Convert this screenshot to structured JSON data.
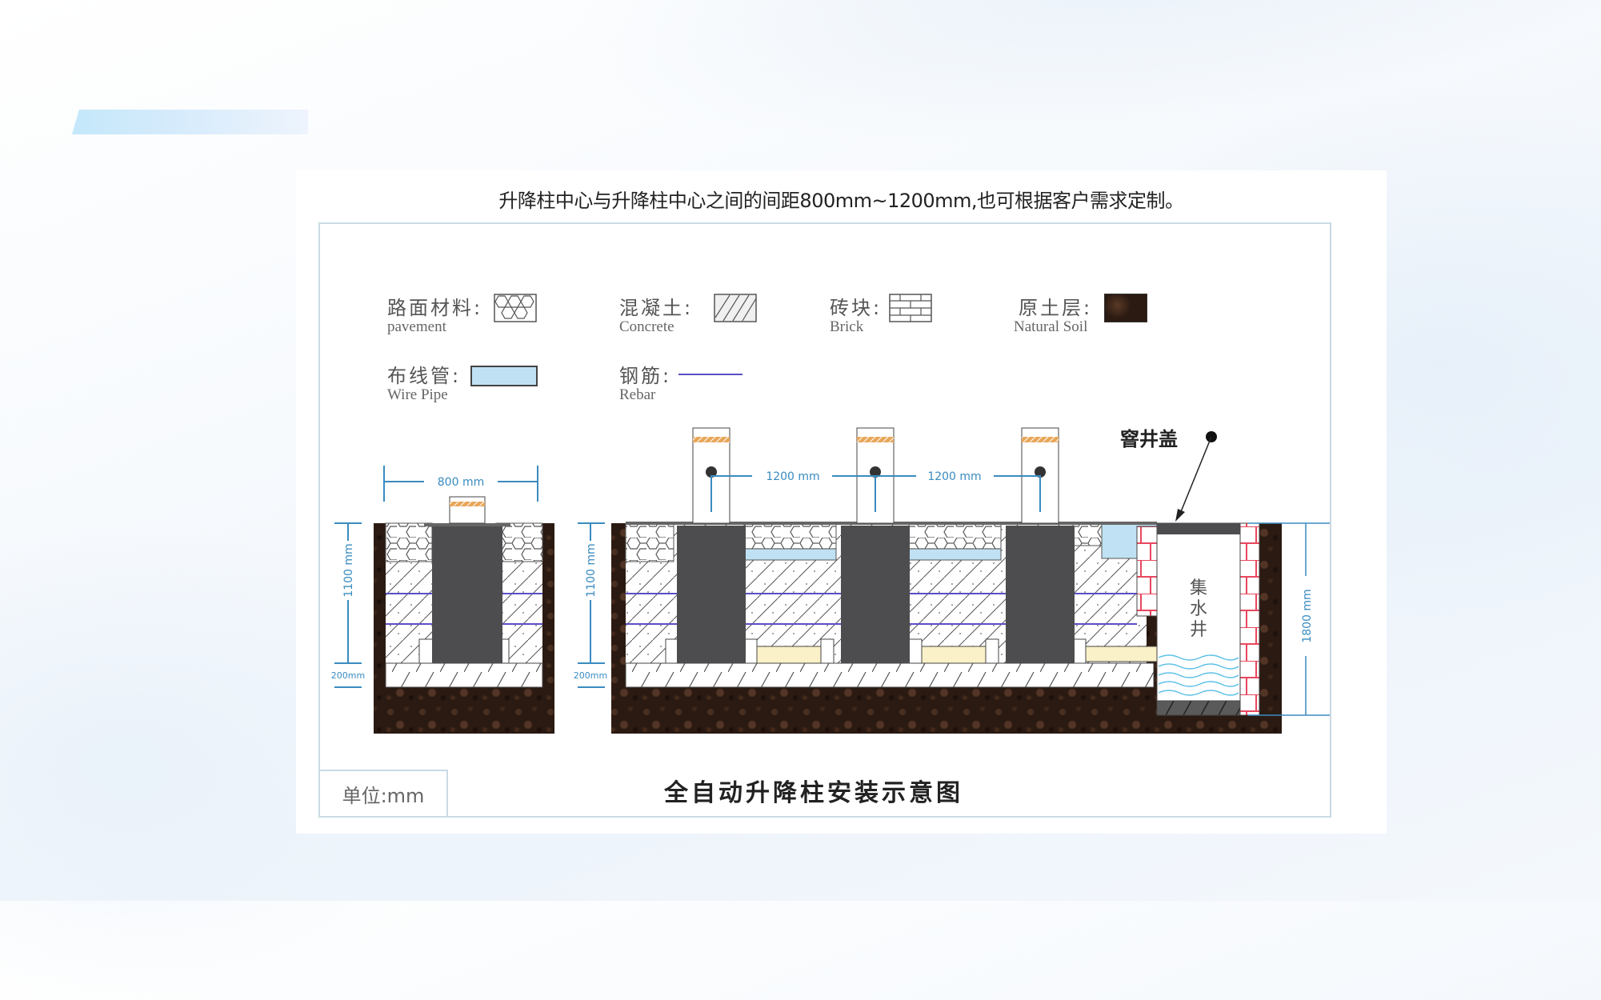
{
  "page": {
    "subtitle": "升降柱中心与升降柱中心之间的间距800mm~1200mm,也可根据客户需求定制。"
  },
  "legend": [
    {
      "cn": "路面材料:",
      "en": "pavement",
      "swatch": "hexagon-pattern"
    },
    {
      "cn": "混凝土:",
      "en": "Concrete",
      "swatch": "diagonal-hatch"
    },
    {
      "cn": "砖块:",
      "en": "Brick",
      "swatch": "brick-pattern"
    },
    {
      "cn": "原土层:",
      "en": "Natural Soil",
      "swatch": "dark-soil"
    },
    {
      "cn": "布线管:",
      "en": "Wire Pipe",
      "swatch": "light-blue-box"
    },
    {
      "cn": "钢筋:",
      "en": "Rebar",
      "swatch": "purple-line"
    }
  ],
  "dimensions": {
    "width_single": "800 mm",
    "spacing_1": "1200 mm",
    "spacing_2": "1200 mm",
    "depth_left": "1100 mm",
    "depth_mid": "1100 mm",
    "base_left": "200mm",
    "base_mid": "200mm",
    "depth_well": "1800 mm"
  },
  "labels": {
    "manhole_cover": "窨井盖",
    "sump_well": [
      "集",
      "水",
      "井"
    ]
  },
  "footer": {
    "unit": "单位:mm",
    "caption": "全自动升降柱安装示意图"
  },
  "colors": {
    "soil": "#2b1a12",
    "bollard_body": "#4d4d4f",
    "wire_pipe": "#bfe1f3",
    "rebar": "#5a4fc4",
    "brick": "#e8485e",
    "dimension": "#3a8bc0",
    "pad": "#fbf1c8",
    "water": "#5bc0e8"
  }
}
